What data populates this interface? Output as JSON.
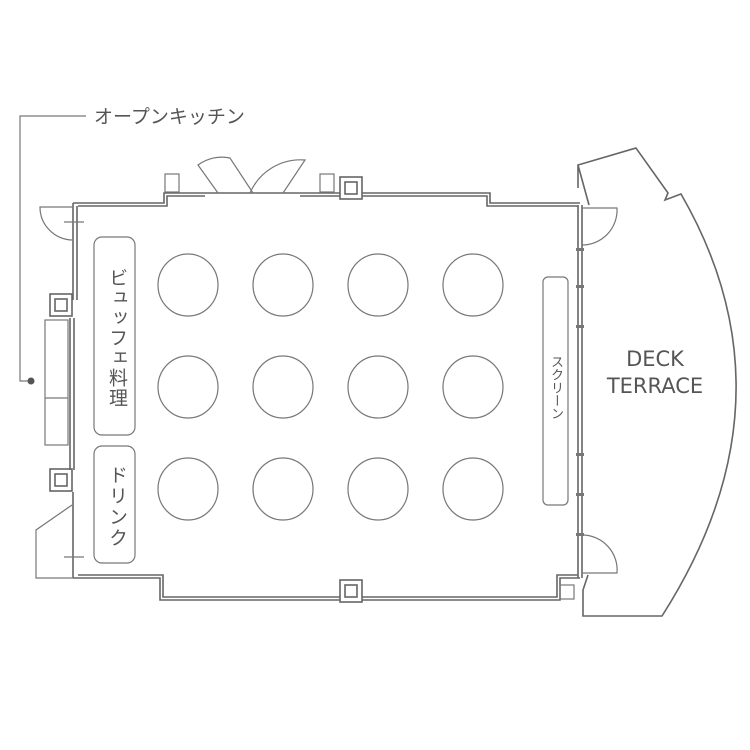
{
  "labels": {
    "open_kitchen": "オープンキッチン",
    "buffet": "ビュッフェ料理",
    "drink": "ドリンク",
    "screen": "スクリーン",
    "deck_line1": "DECK",
    "deck_line2": "TERRACE"
  },
  "tables": {
    "rows": 3,
    "columns": 4
  },
  "colors": {
    "line": "#666666",
    "text": "#555555"
  }
}
